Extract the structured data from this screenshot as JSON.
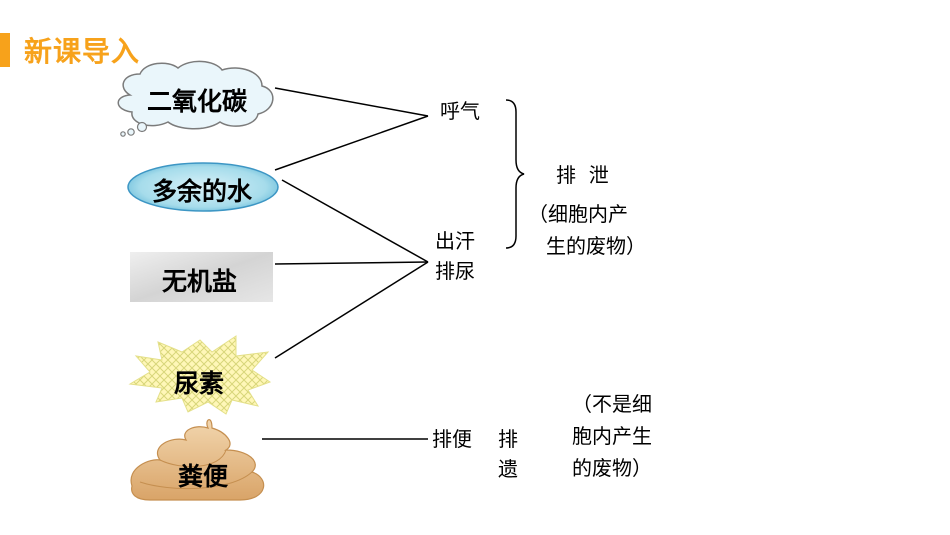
{
  "header": {
    "title": "新课导入"
  },
  "items": [
    {
      "label": "二氧化碳",
      "icon": "cloud-shape-icon"
    },
    {
      "label": "多余的水",
      "icon": "water-ellipse-icon"
    },
    {
      "label": "无机盐",
      "icon": "salt-rectangle-icon"
    },
    {
      "label": "尿素",
      "icon": "starburst-icon"
    },
    {
      "label": "粪便",
      "icon": "stool-shape-icon"
    }
  ],
  "routes": {
    "breath": "呼气",
    "sweat": "出汗",
    "urine": "排尿",
    "defecate": "排便"
  },
  "excretion": {
    "label": "排  泄",
    "note_line1": "（细胞内产",
    "note_line2": "生的废物）"
  },
  "egestion": {
    "label_char1": "排",
    "label_char2": "遗",
    "note_line1": "（不是细",
    "note_line2": "胞内产生",
    "note_line3": "的废物）"
  },
  "colors": {
    "accent": "#f7a21b",
    "line": "#000000"
  }
}
